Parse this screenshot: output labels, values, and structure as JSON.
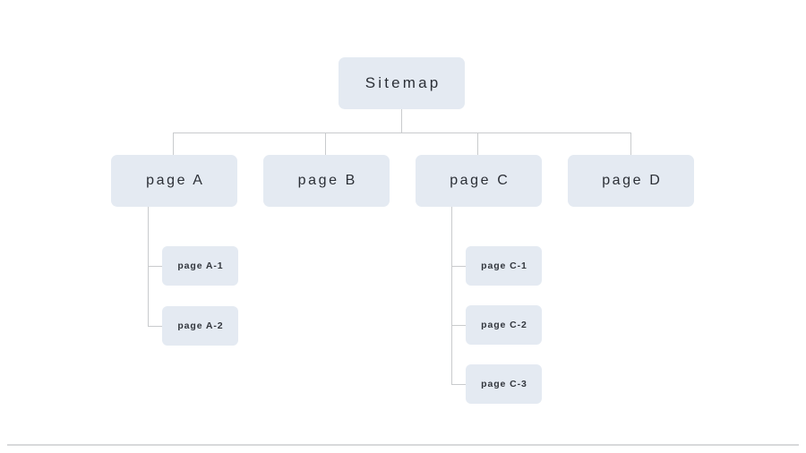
{
  "diagram": {
    "title": "Sitemap",
    "type": "sitemap-tree",
    "background_color": "#ffffff",
    "node_fill_color": "#e4eaf2",
    "node_text_color": "#2b2f36",
    "connector_color": "#c9cbcd",
    "rule_color": "#d8d9db"
  },
  "root": {
    "label": "Sitemap"
  },
  "level2": [
    {
      "label": "page A"
    },
    {
      "label": "page B"
    },
    {
      "label": "page C"
    },
    {
      "label": "page D"
    }
  ],
  "children_of_page_a": [
    {
      "label": "page A-1"
    },
    {
      "label": "page A-2"
    }
  ],
  "children_of_page_c": [
    {
      "label": "page C-1"
    },
    {
      "label": "page C-2"
    },
    {
      "label": "page C-3"
    }
  ]
}
